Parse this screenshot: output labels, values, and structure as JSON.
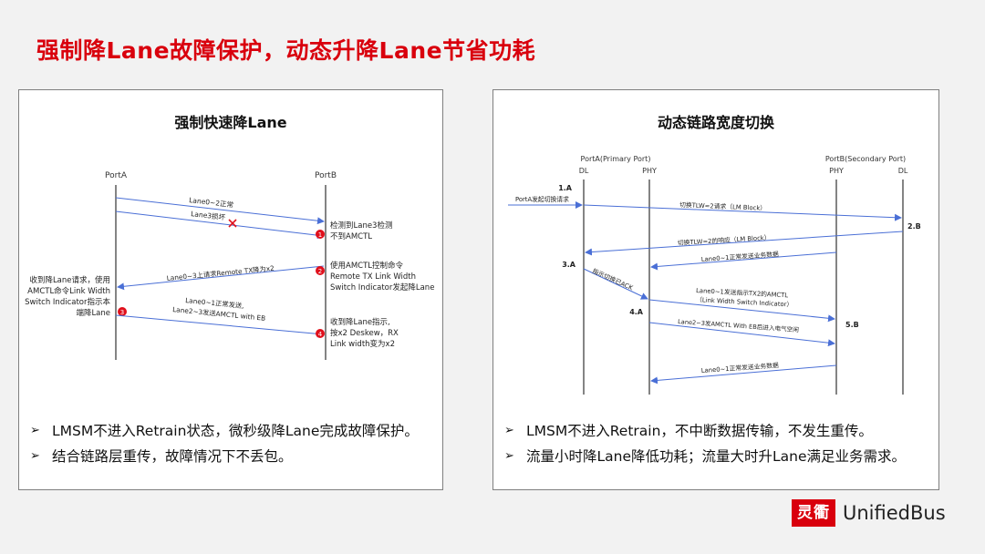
{
  "page": {
    "title": "强制降Lane故障保护，动态升降Lane节省功耗"
  },
  "left_panel": {
    "title": "强制快速降Lane",
    "port_a": "PortA",
    "port_b": "PortB",
    "msg1": "Lane0~2正常",
    "msg2": "Lane3损坏",
    "note1_line1": "检测到Lane3检测",
    "note1_line2": "不到AMCTL",
    "msg3": "Lane0~3上请求Remote TX降为x2",
    "note2_line1": "使用AMCTL控制命令",
    "note2_line2": "Remote TX Link Width",
    "note2_line3": "Switch Indicator发起降Lane",
    "note3_line1": "收到降Lane请求，使用",
    "note3_line2": "AMCTL命令Link Width",
    "note3_line3": "Switch Indicator指示本",
    "note3_line4": "端降Lane",
    "msg4_line1": "Lane0~1正常发送,",
    "msg4_line2": "Lane2~3发送AMCTL with EB",
    "note4_line1": "收到降Lane指示,",
    "note4_line2": "按x2 Deskew，RX",
    "note4_line3": "Link width变为x2",
    "step1": "1",
    "step2": "2",
    "step3": "3",
    "step4": "4",
    "bullets": [
      "LMSM不进入Retrain状态，微秒级降Lane完成故障保护。",
      "结合链路层重传，故障情况下不丢包。"
    ]
  },
  "right_panel": {
    "title": "动态链路宽度切换",
    "port_a": "PortA(Primary Port)",
    "port_b": "PortB(Secondary Port)",
    "dl_a": "DL",
    "phy_a": "PHY",
    "phy_b": "PHY",
    "dl_b": "DL",
    "step_1a": "1.A",
    "step_2b": "2.B",
    "step_3a": "3.A",
    "step_4a": "4.A",
    "step_5b": "5.B",
    "m1": "PortA发起切换请求",
    "m2": "切换TLW=2请求（LM Block）",
    "m3": "切换TLW=2的响应（LM Block）",
    "m4": "Lane0~1正常发送业务数据",
    "m5": "指示切换已ACK",
    "m6_line1": "Lane0~1发送指示TX2的AMCTL",
    "m6_line2": "（Link Width Switch Indicator）",
    "m7": "Lane2~3发AMCTL With EB后进入电气空闲",
    "m8": "Lane0~1正常发送业务数据",
    "bullets": [
      "LMSM不进入Retrain，不中断数据传输，不发生重传。",
      "流量小时降Lane降低功耗；流量大时升Lane满足业务需求。"
    ]
  },
  "logo": {
    "mark": "灵衢",
    "text": "UnifiedBus"
  },
  "colors": {
    "accent": "#d9000d",
    "arrow": "#4a6fd6"
  },
  "icons": {
    "bullet": "arrow-bullet-icon",
    "error": "error-x-icon"
  }
}
